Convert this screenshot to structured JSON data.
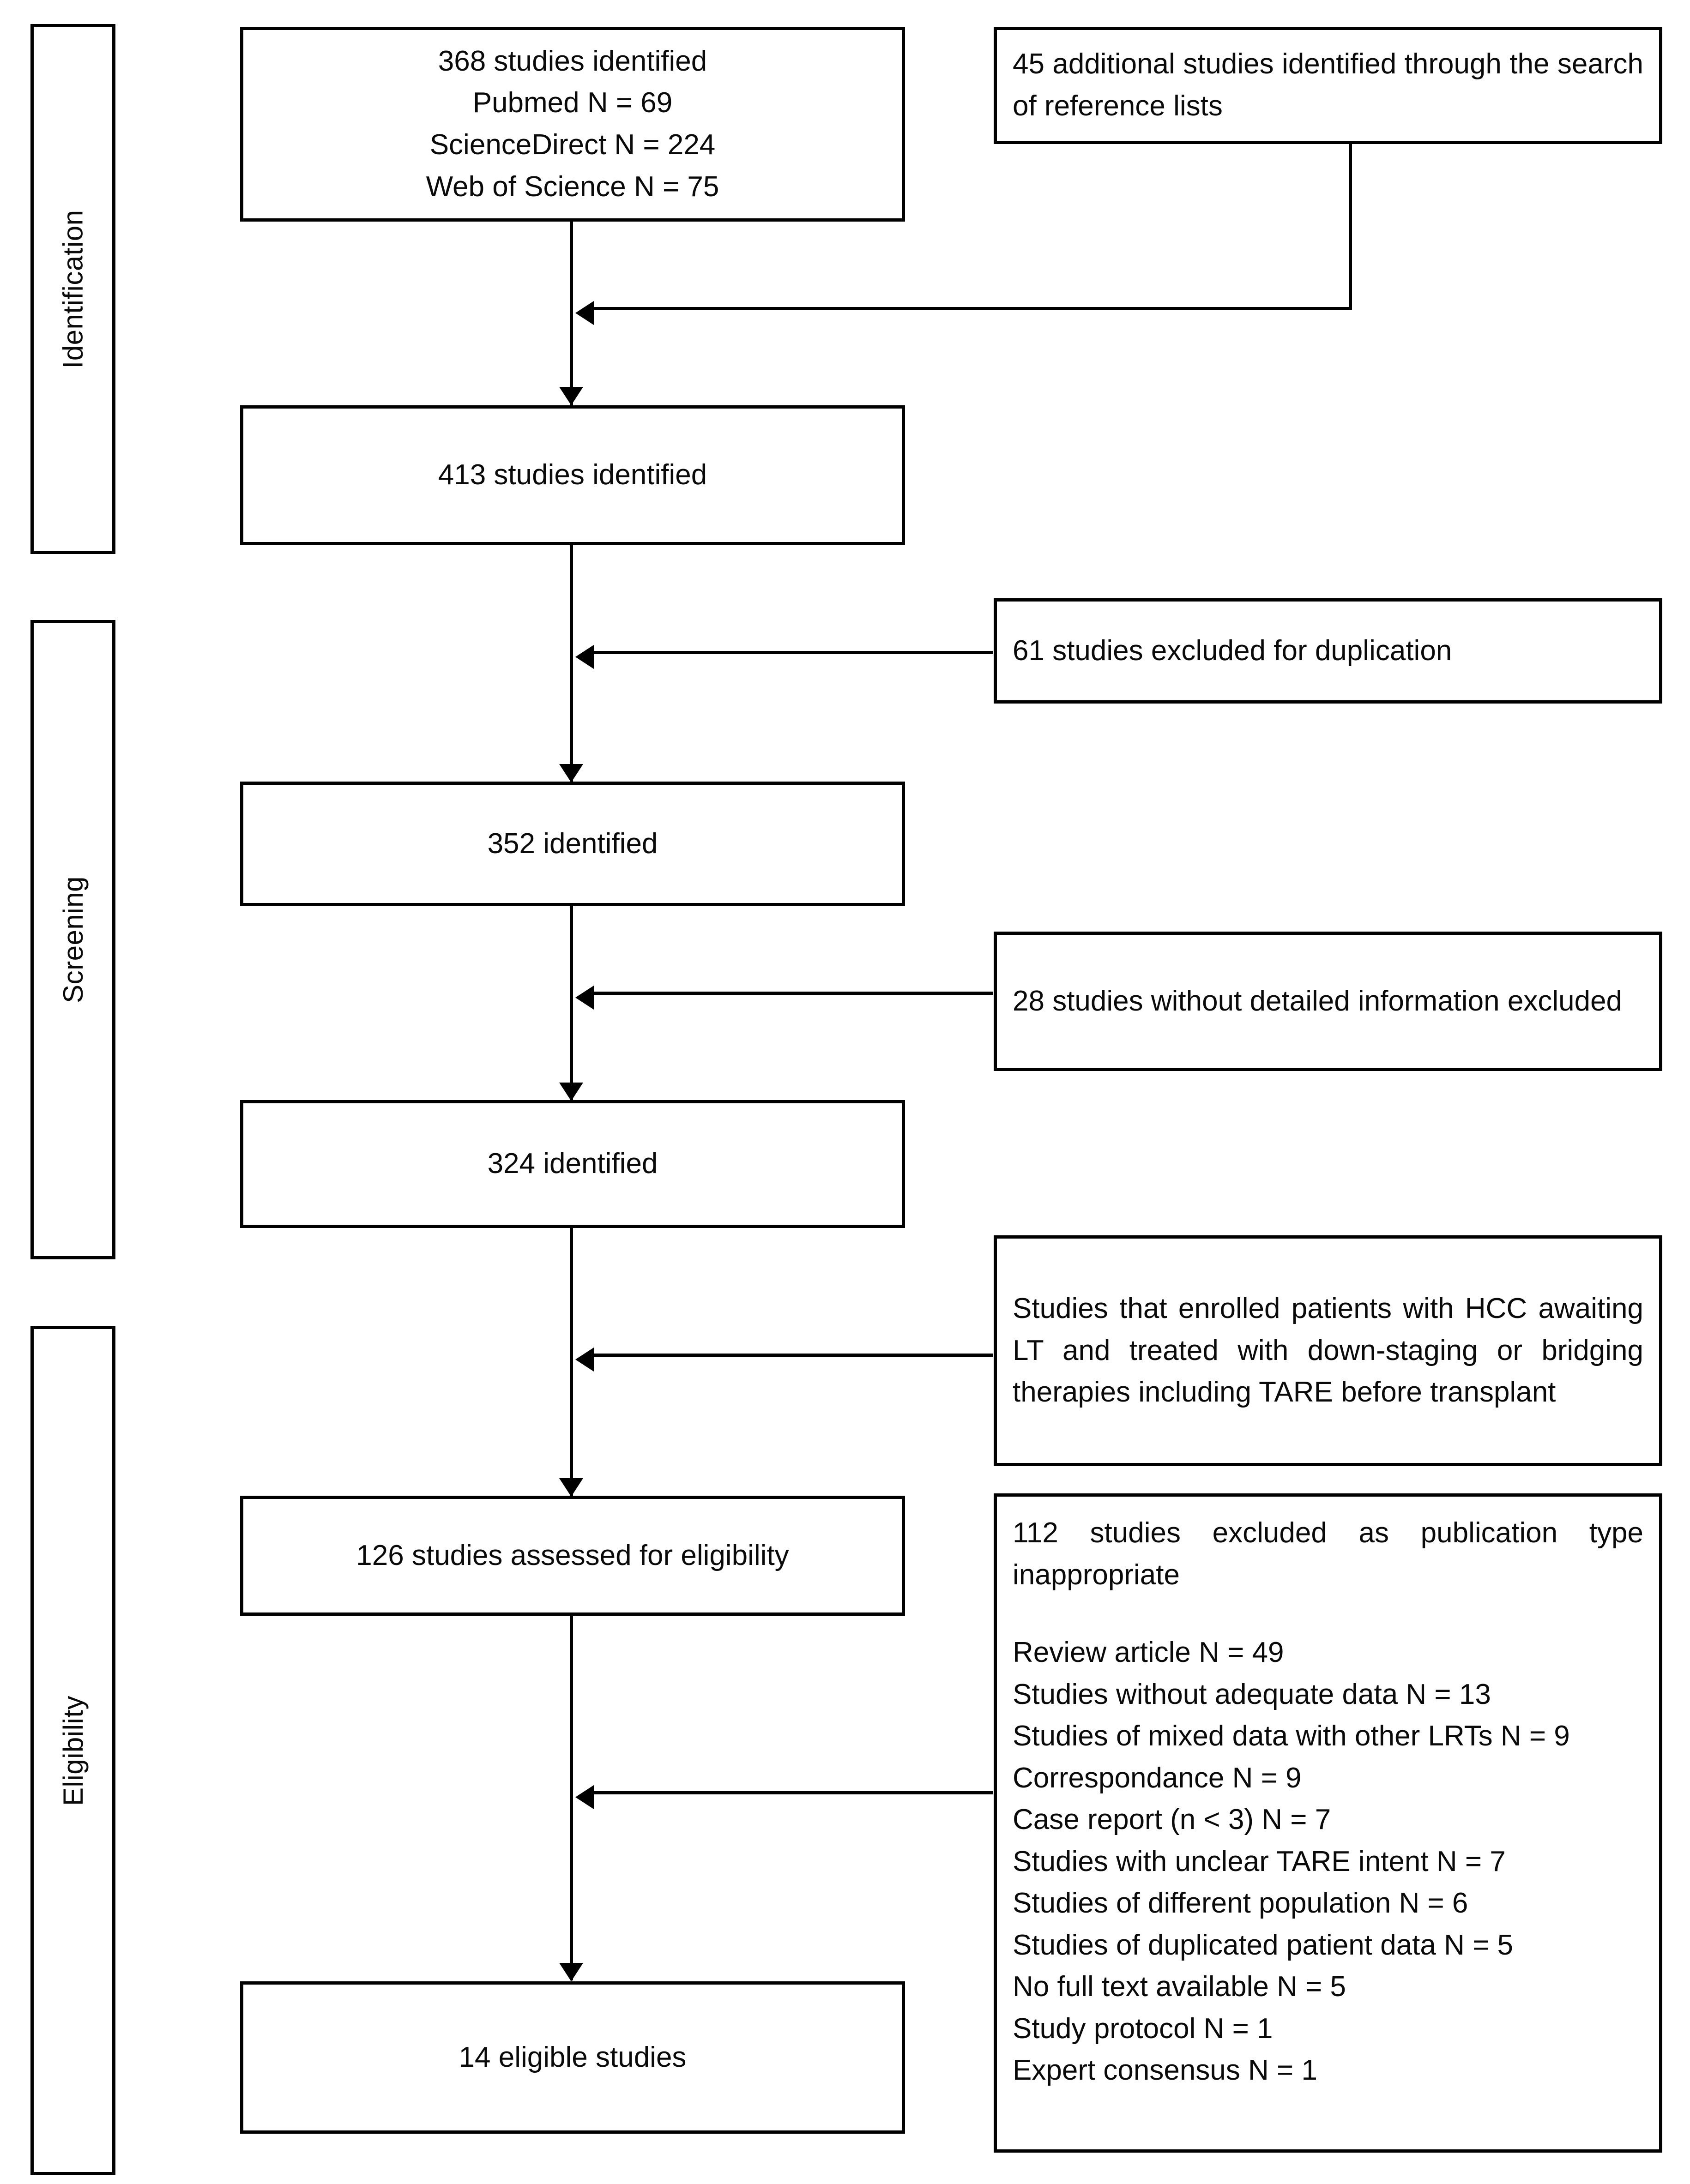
{
  "diagram": {
    "type": "prisma-flow-diagram",
    "stages": [
      {
        "id": "identification",
        "label": "Identification"
      },
      {
        "id": "screening",
        "label": "Screening"
      },
      {
        "id": "eligibility",
        "label": "Eligibility"
      }
    ],
    "nodes": {
      "databases": "368 studies identified\nPubmed N = 69\nScienceDirect N = 224\nWeb of Science N = 75",
      "additional": "45 additional studies identified through the search of  reference lists",
      "total_identified": "413 studies identified",
      "duplicates_excluded": "61 studies excluded for duplication",
      "after_duplicates": "352 identified",
      "no_detail_excluded": "28 studies without detailed information excluded",
      "after_detail": "324 identified",
      "inclusion_criteria": "Studies that enrolled patients with HCC awaiting LT and treated with down-staging or bridging therapies including TARE before transplant",
      "assessed": "126 studies assessed for eligibility",
      "final": "14 eligible studies"
    },
    "exclusions": {
      "heading": "112 studies excluded as publication type inappropriate",
      "items": [
        "Review article N = 49",
        "Studies without adequate data N = 13",
        "Studies of mixed data with other LRTs N = 9",
        "Correspondance N = 9",
        "Case report (n < 3) N = 7",
        "Studies with unclear TARE intent N = 7",
        "Studies of different population N = 6",
        "Studies of duplicated patient data N = 5",
        "No full text available N = 5",
        "Study protocol N = 1",
        "Expert consensus N = 1"
      ]
    },
    "counts": {
      "pubmed": 69,
      "sciencedirect": 224,
      "web_of_science": 75,
      "database_total": 368,
      "reference_lists": 45,
      "total_identified": 413,
      "duplicates_removed": 61,
      "after_duplicates": 352,
      "no_detail_removed": 28,
      "after_detail": 324,
      "assessed_for_eligibility": 126,
      "excluded_publication_type": 112,
      "eligible": 14
    },
    "colors": {
      "stroke": "#000000",
      "text": "#0a0a0a",
      "background": "#ffffff"
    }
  }
}
